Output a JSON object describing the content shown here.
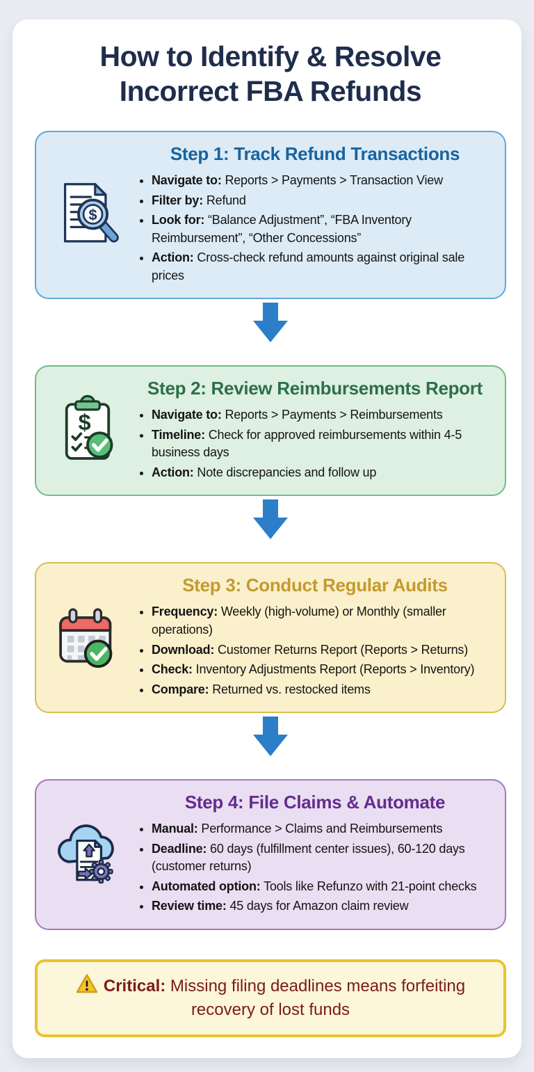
{
  "title": {
    "lines": [
      "How to Identify & Resolve",
      "Incorrect FBA Refunds"
    ]
  },
  "colors": {
    "page_background": "#e9edf2",
    "card_background": "#ffffff",
    "title_text": "#1f2d4d",
    "arrow_blue": "#2b7ec7",
    "step1_fill": "#dcebf6",
    "step1_border": "#60a7d4",
    "step1_heading": "#1a639c",
    "step2_fill": "#def0e1",
    "step2_border": "#74bb84",
    "step2_heading": "#2c7048",
    "step3_fill": "#faf0cc",
    "step3_border": "#d9bd50",
    "step3_heading": "#c49a2e",
    "step4_fill": "#eadef2",
    "step4_border": "#a279bb",
    "step4_heading": "#632d8f",
    "warning_fill": "#fcf6da",
    "warning_border": "#e8c334",
    "warning_text": "#7a1b1b"
  },
  "steps": [
    {
      "heading": "Step 1: Track Refund Transactions",
      "icon": "document-magnifier-dollar-icon",
      "bullets": [
        {
          "label": "Navigate to:",
          "text": "Reports > Payments > Transaction View"
        },
        {
          "label": "Filter by:",
          "text": "Refund"
        },
        {
          "label": "Look for:",
          "text": "“Balance Adjustment”, “FBA Inventory Reimbursement”, “Other Concessions”"
        },
        {
          "label": "Action:",
          "text": "Cross-check refund amounts against original sale prices"
        }
      ]
    },
    {
      "heading": "Step 2: Review Reimbursements Report",
      "icon": "clipboard-dollar-check-icon",
      "bullets": [
        {
          "label": "Navigate to:",
          "text": "Reports > Payments > Reimbursements"
        },
        {
          "label": "Timeline:",
          "text": "Check for approved reimbursements within 4-5 business days"
        },
        {
          "label": "Action:",
          "text": "Note discrepancies and follow up"
        }
      ]
    },
    {
      "heading": "Step 3: Conduct Regular Audits",
      "icon": "calendar-check-icon",
      "bullets": [
        {
          "label": "Frequency:",
          "text": "Weekly (high-volume) or Monthly (smaller operations)"
        },
        {
          "label": "Download:",
          "text": "Customer Returns Report (Reports > Returns)"
        },
        {
          "label": "Check:",
          "text": "Inventory Adjustments Report (Reports > Inventory)"
        },
        {
          "label": "Compare:",
          "text": "Returned vs. restocked items"
        }
      ]
    },
    {
      "heading": "Step 4: File Claims & Automate",
      "icon": "cloud-document-gear-icon",
      "bullets": [
        {
          "label": "Manual:",
          "text": "Performance > Claims and Reimbursements"
        },
        {
          "label": "Deadline:",
          "text": "60 days (fulfillment center issues), 60-120 days (customer returns)"
        },
        {
          "label": "Automated option:",
          "text": "Tools like Refunzo with 21-point checks"
        },
        {
          "label": "Review time:",
          "text": "45 days for Amazon claim review"
        }
      ]
    }
  ],
  "warning": {
    "icon": "warning-triangle-icon",
    "label": "Critical:",
    "text": "Missing filing deadlines means forfeiting recovery of lost funds"
  }
}
